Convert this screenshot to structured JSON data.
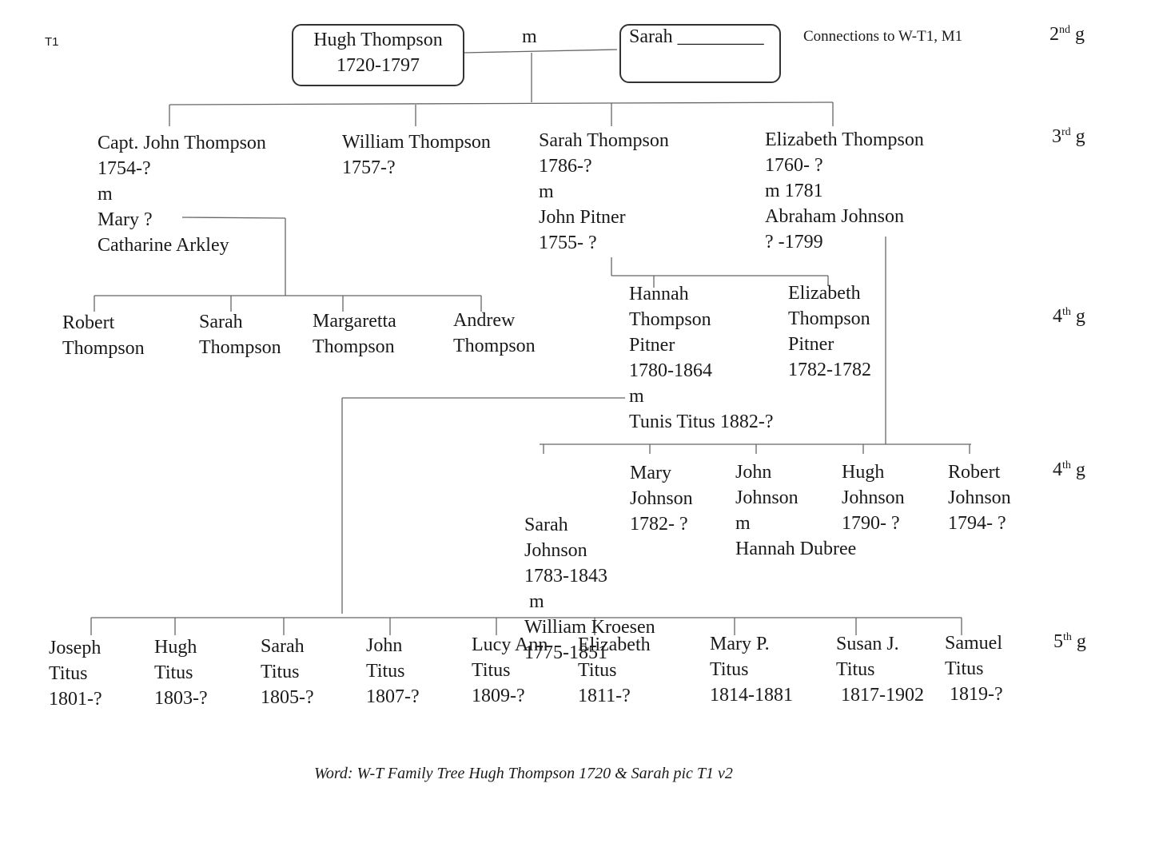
{
  "corner_label": "T1",
  "header_note": "Connections to W-T1, M1",
  "caption": "Word: W-T Family Tree Hugh Thompson 1720 & Sarah pic T1 v2",
  "generations": {
    "g2": {
      "num": "2",
      "suffix": "nd",
      "g": "g"
    },
    "g3": {
      "num": "3",
      "suffix": "rd",
      "g": "g"
    },
    "g4a": {
      "num": "4",
      "suffix": "th",
      "g": "g"
    },
    "g4b": {
      "num": "4",
      "suffix": "th",
      "g": "g"
    },
    "g5": {
      "num": "5",
      "suffix": "th",
      "g": "g"
    }
  },
  "root": {
    "hugh": {
      "name": "Hugh Thompson",
      "dates": "1720-1797"
    },
    "marriage": "m",
    "sarah": {
      "name": "Sarah _________"
    }
  },
  "gen3": {
    "john": [
      "Capt. John Thompson",
      "1754-?",
      "m",
      "Mary  ?",
      "Catharine Arkley"
    ],
    "william": [
      "William Thompson",
      "1757-?"
    ],
    "sarah": [
      "Sarah Thompson",
      "1786-?",
      "m",
      "John Pitner",
      "1755- ?"
    ],
    "elizabeth": [
      "Elizabeth Thompson",
      "1760- ?",
      "m 1781",
      "Abraham Johnson",
      "? -1799"
    ]
  },
  "gen4_thompson": {
    "robert": [
      "Robert",
      "Thompson"
    ],
    "sarah": [
      "Sarah",
      "Thompson"
    ],
    "margaretta": [
      "Margaretta",
      "Thompson"
    ],
    "andrew": [
      "Andrew",
      "Thompson"
    ]
  },
  "gen4_pitner": {
    "hannah": [
      "Hannah",
      "Thompson",
      "Pitner",
      "1780-1864",
      "m",
      "Tunis Titus 1882-?"
    ],
    "elizabeth": [
      "Elizabeth",
      "Thompson",
      "Pitner",
      "1782-1782"
    ]
  },
  "gen4_johnson": {
    "sarah": [
      "Sarah",
      "Johnson",
      "1783-1843",
      " m",
      "William Kroesen",
      "1775-1851"
    ],
    "mary": [
      "Mary",
      "Johnson",
      "1782- ?"
    ],
    "john": [
      "John",
      "Johnson",
      "m",
      "Hannah Dubree"
    ],
    "hugh": [
      "Hugh",
      "Johnson",
      "1790- ?"
    ],
    "robert": [
      "Robert",
      "Johnson",
      "1794- ?"
    ]
  },
  "gen5": {
    "joseph": [
      "Joseph",
      "Titus",
      "1801-?"
    ],
    "hugh": [
      "Hugh",
      "Titus",
      "1803-?"
    ],
    "sarah": [
      "Sarah",
      "Titus",
      "1805-?"
    ],
    "john": [
      "John",
      "Titus",
      "1807-?"
    ],
    "lucy": [
      "Lucy Ann",
      "Titus",
      "1809-?"
    ],
    "elizabeth": [
      "Elizabeth",
      "Titus",
      "1811-?"
    ],
    "mary": [
      "Mary P.",
      "Titus",
      "1814-1881"
    ],
    "susan": [
      "Susan J.",
      "Titus",
      " 1817-1902"
    ],
    "samuel": [
      "Samuel",
      "Titus",
      " 1819-?"
    ]
  },
  "colors": {
    "line": "#555555",
    "text": "#1a1a1a",
    "box_border": "#333333"
  }
}
